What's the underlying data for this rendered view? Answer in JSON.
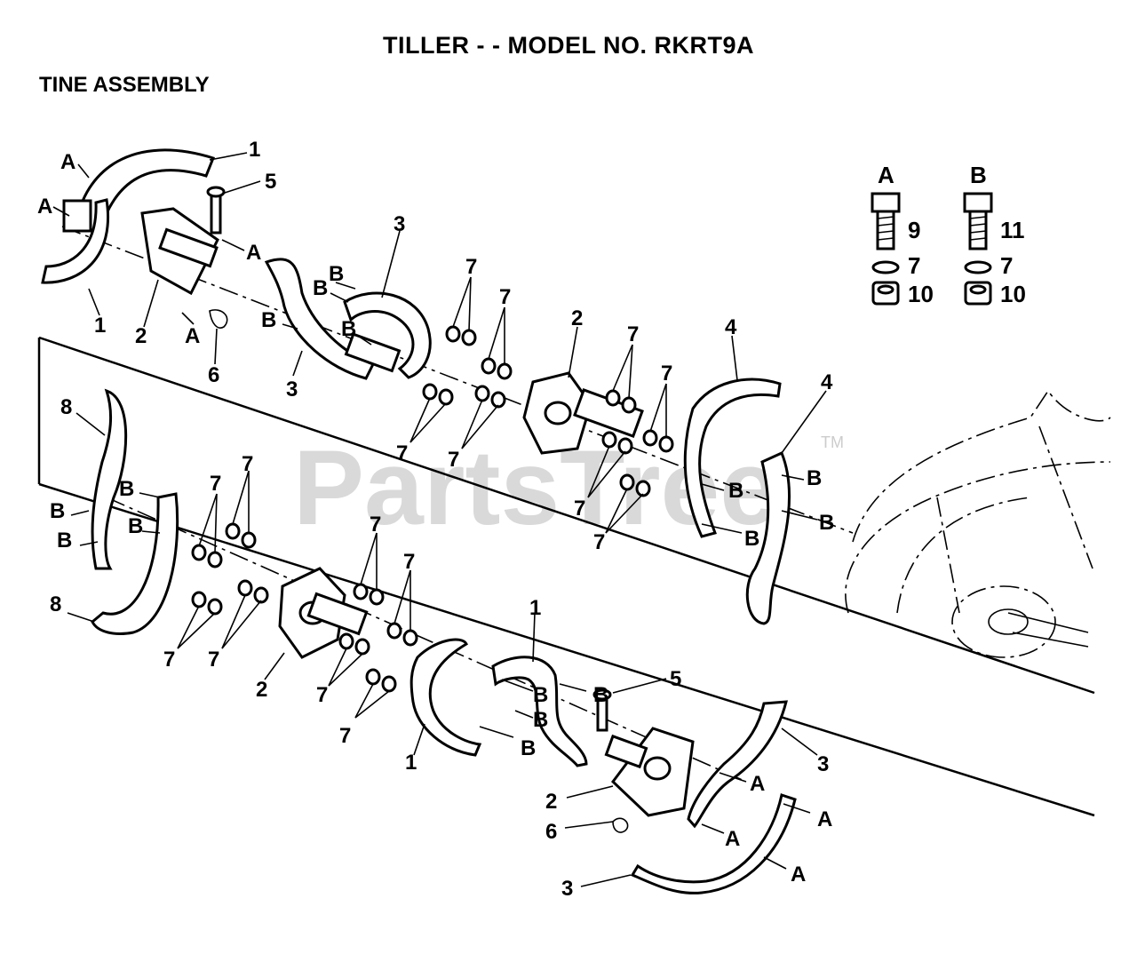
{
  "header": {
    "title": "TILLER - - MODEL NO. RKRT9A",
    "subtitle": "TINE ASSEMBLY"
  },
  "watermark": {
    "text": "PartsTree",
    "trademark": "TM"
  },
  "hardware_legend": {
    "groups": [
      {
        "letter": "A",
        "bolt": "9",
        "lock_washer": "7",
        "nut": "10"
      },
      {
        "letter": "B",
        "bolt": "11",
        "lock_washer": "7",
        "nut": "10"
      }
    ]
  },
  "callouts": {
    "n1": "1",
    "n2": "2",
    "n3": "3",
    "n4": "4",
    "n5": "5",
    "n6": "6",
    "n7": "7",
    "n8": "8",
    "a": "A",
    "b": "B"
  },
  "colors": {
    "ink": "#000000",
    "paper": "#ffffff",
    "watermark": "#d9d9d9"
  }
}
